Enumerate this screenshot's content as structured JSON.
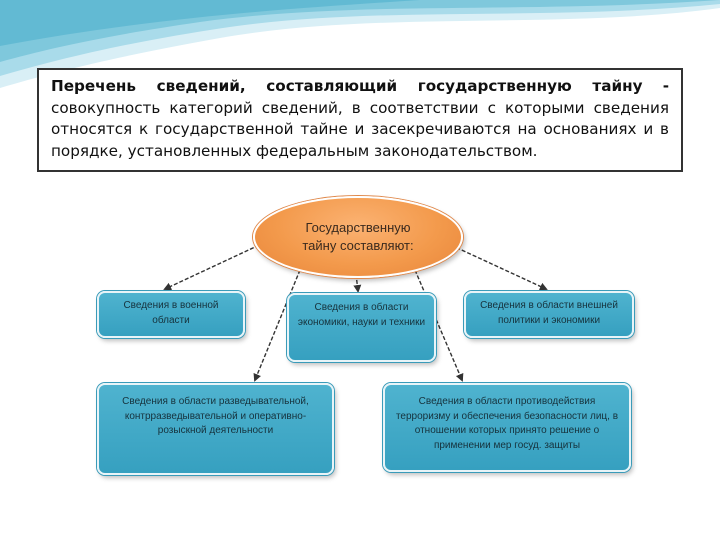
{
  "definition": {
    "term": "Перечень сведений, составляющий государственную тайну",
    "dash": "-",
    "text": "совокупность категорий сведений, в соответствии с которыми сведения относятся к государственной тайне и засекречиваются на основаниях и в порядке, установленных федеральным законодательством."
  },
  "diagram": {
    "center": "Государственную тайну составляют:",
    "nodes": {
      "military": "Сведения в военной области",
      "economy": "Сведения в области экономики, науки и техники",
      "foreign": "Сведения в области внешней политики и экономики",
      "intelligence": "Сведения в области разведывательной, контрразведывательной и оперативно-розыскной деятельности",
      "terrorism": "Сведения в области противодействия терроризму и обеспечения безопасности лиц, в отношении которых принято решение о применении мер госуд. защиты"
    }
  },
  "colors": {
    "center_fill": "#f39a4c",
    "node_fill": "#3fa9c7",
    "wave": "#7fc8dc"
  }
}
